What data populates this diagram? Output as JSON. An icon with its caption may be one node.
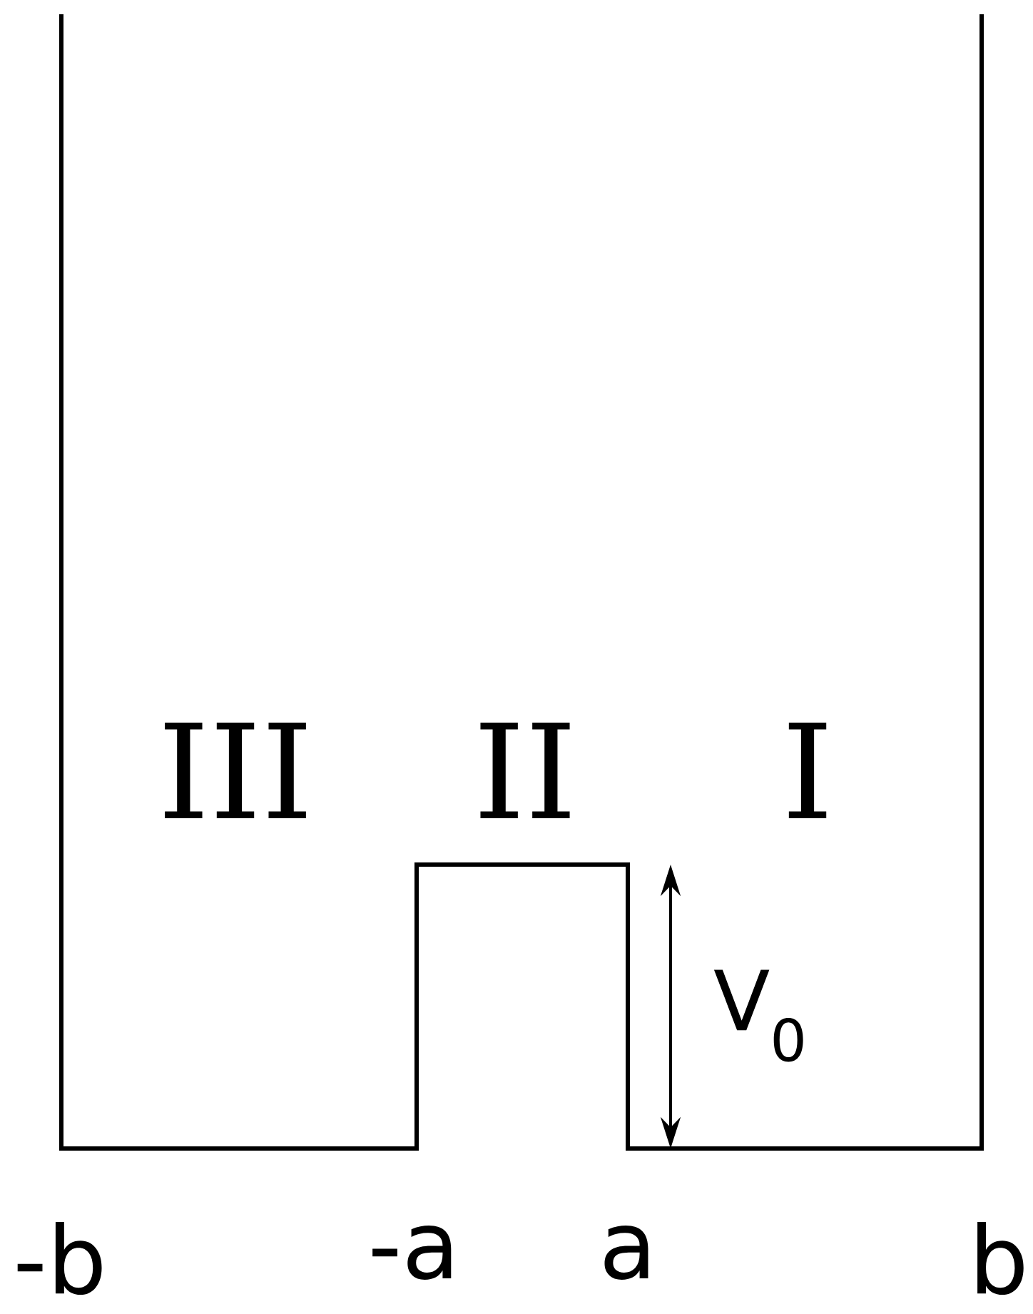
{
  "diagram": {
    "labels": [
      "III",
      "II",
      "I",
      "V$_{0}$",
      "-b",
      "-a",
      "a",
      "b"
    ]
  }
}
